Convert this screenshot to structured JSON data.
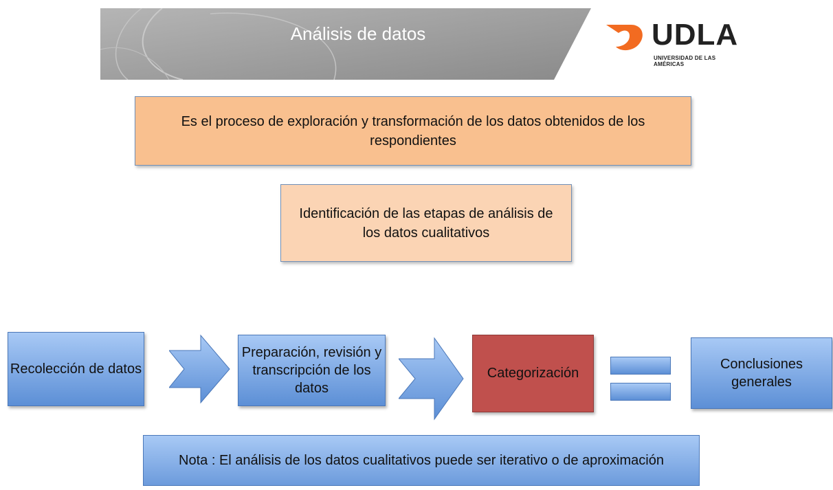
{
  "header": {
    "title": "Análisis de datos",
    "logo_word": "UDLA",
    "logo_subtitle": "UNIVERSIDAD DE LAS AMÉRICAS"
  },
  "definition": "Es el proceso de exploración y transformación de los datos obtenidos de los respondientes",
  "identification": "Identificación de  las etapas de análisis de los  datos cualitativos",
  "steps": [
    "Recolección de datos",
    "Preparación, revisión y transcripción de los datos",
    "Categorización",
    "Conclusiones generales"
  ],
  "note": "Nota : El análisis de los datos cualitativos puede ser iterativo o de aproximación",
  "colors": {
    "definition_fill": "#f9c08f",
    "identification_fill": "#fbd4b4",
    "step_fill": "#8db4ea",
    "categorization_fill": "#c0504d",
    "banner_fill": "#9a9a9a",
    "logo_orange": "#f26b21"
  }
}
